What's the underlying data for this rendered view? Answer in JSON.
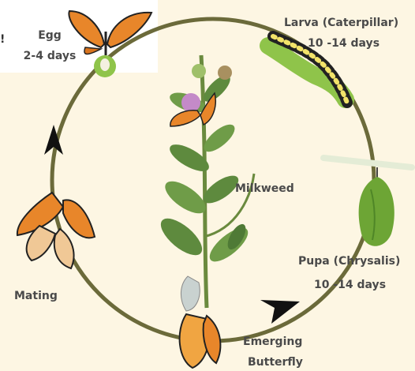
{
  "center": {
    "label": "Milkweed"
  },
  "stages": {
    "egg": {
      "name": "Egg",
      "duration": "2-4 days"
    },
    "larva": {
      "name": "Larva  (Caterpillar)",
      "duration": "10 -14 days"
    },
    "pupa": {
      "name": "Pupa  (Chrysalis)",
      "duration": "10 -14 days"
    },
    "emerging": {
      "line1": "Emerging",
      "line2": "Butterfly"
    },
    "mating": {
      "name": "Mating"
    }
  },
  "edge_mark": "!",
  "colors": {
    "background": "#fdf6e3",
    "egg_box": "#ffffff",
    "cycle_ring": "#6b6a3a",
    "arrow": "#111111",
    "monarch_orange": "#e8862a",
    "caterpillar_green": "#8fc44a",
    "chrysalis_green": "#6da535",
    "leaf_green": "#5e8a3e",
    "flower_pink": "#c48ac8"
  },
  "icons": [
    "butterfly-icon",
    "egg-icon",
    "caterpillar-icon",
    "chrysalis-icon",
    "milkweed-plant-icon",
    "arrow-icon"
  ]
}
